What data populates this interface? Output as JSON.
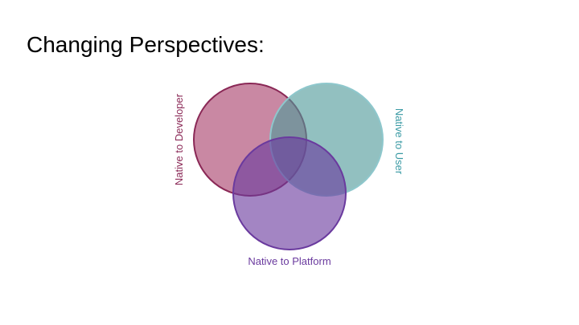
{
  "slide": {
    "title": "Changing Perspectives:"
  },
  "venn": {
    "circles": [
      {
        "label": "Native to Developer",
        "fill": "#a83f6a",
        "stroke": "#8a2856",
        "label_color": "#8a2856"
      },
      {
        "label": "Native to User",
        "fill": "#4f9a9a",
        "stroke": "#8ec7cc",
        "label_color": "#3a9aa4"
      },
      {
        "label": "Native to Platform",
        "fill": "#6a3a9e",
        "stroke": "#6a3a9e",
        "label_color": "#6a3a9e"
      }
    ]
  }
}
